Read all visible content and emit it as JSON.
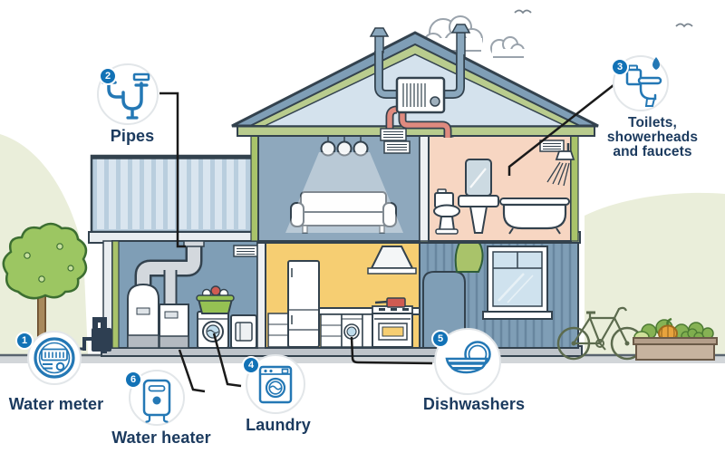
{
  "figure": {
    "description_labels_visible_only": true,
    "callouts": {
      "water_meter": {
        "number": "1",
        "label": "Water meter",
        "icon": "water-meter-icon"
      },
      "pipes": {
        "number": "2",
        "label": "Pipes",
        "icon": "pipes-icon"
      },
      "toilets": {
        "number": "3",
        "label_lines": [
          "Toilets,",
          "showerheads",
          "and faucets"
        ],
        "icon": "toilet-drop-icon"
      },
      "laundry": {
        "number": "4",
        "label": "Laundry",
        "icon": "washing-machine-icon"
      },
      "dishwashers": {
        "number": "5",
        "label": "Dishwashers",
        "icon": "dishes-icon"
      },
      "water_heater": {
        "number": "6",
        "label": "Water heater",
        "icon": "water-heater-icon"
      }
    },
    "colors": {
      "badge_blue": "#1272b6",
      "icon_stroke_blue": "#2478b5",
      "label_navy": "#1b3a5e",
      "outline_navy": "#33424e",
      "roof_slate": "#7f9eb6",
      "trim_olive": "#b9cc8e",
      "trim_green": "#a9c36a",
      "wall_living_blue": "#8ea8bd",
      "wall_bathroom_peach": "#f7d6c2",
      "wall_utility_blue": "#7f9eb6",
      "wall_kitchen_yellow": "#f6ce72",
      "attic_light_blue": "#d4e2ed",
      "porch_slat_blue": "#c9dbe8",
      "hill_pale_green": "#eaeeda",
      "red_pipe": "#df8a7f",
      "callout_line": "#1a1a1a"
    }
  }
}
